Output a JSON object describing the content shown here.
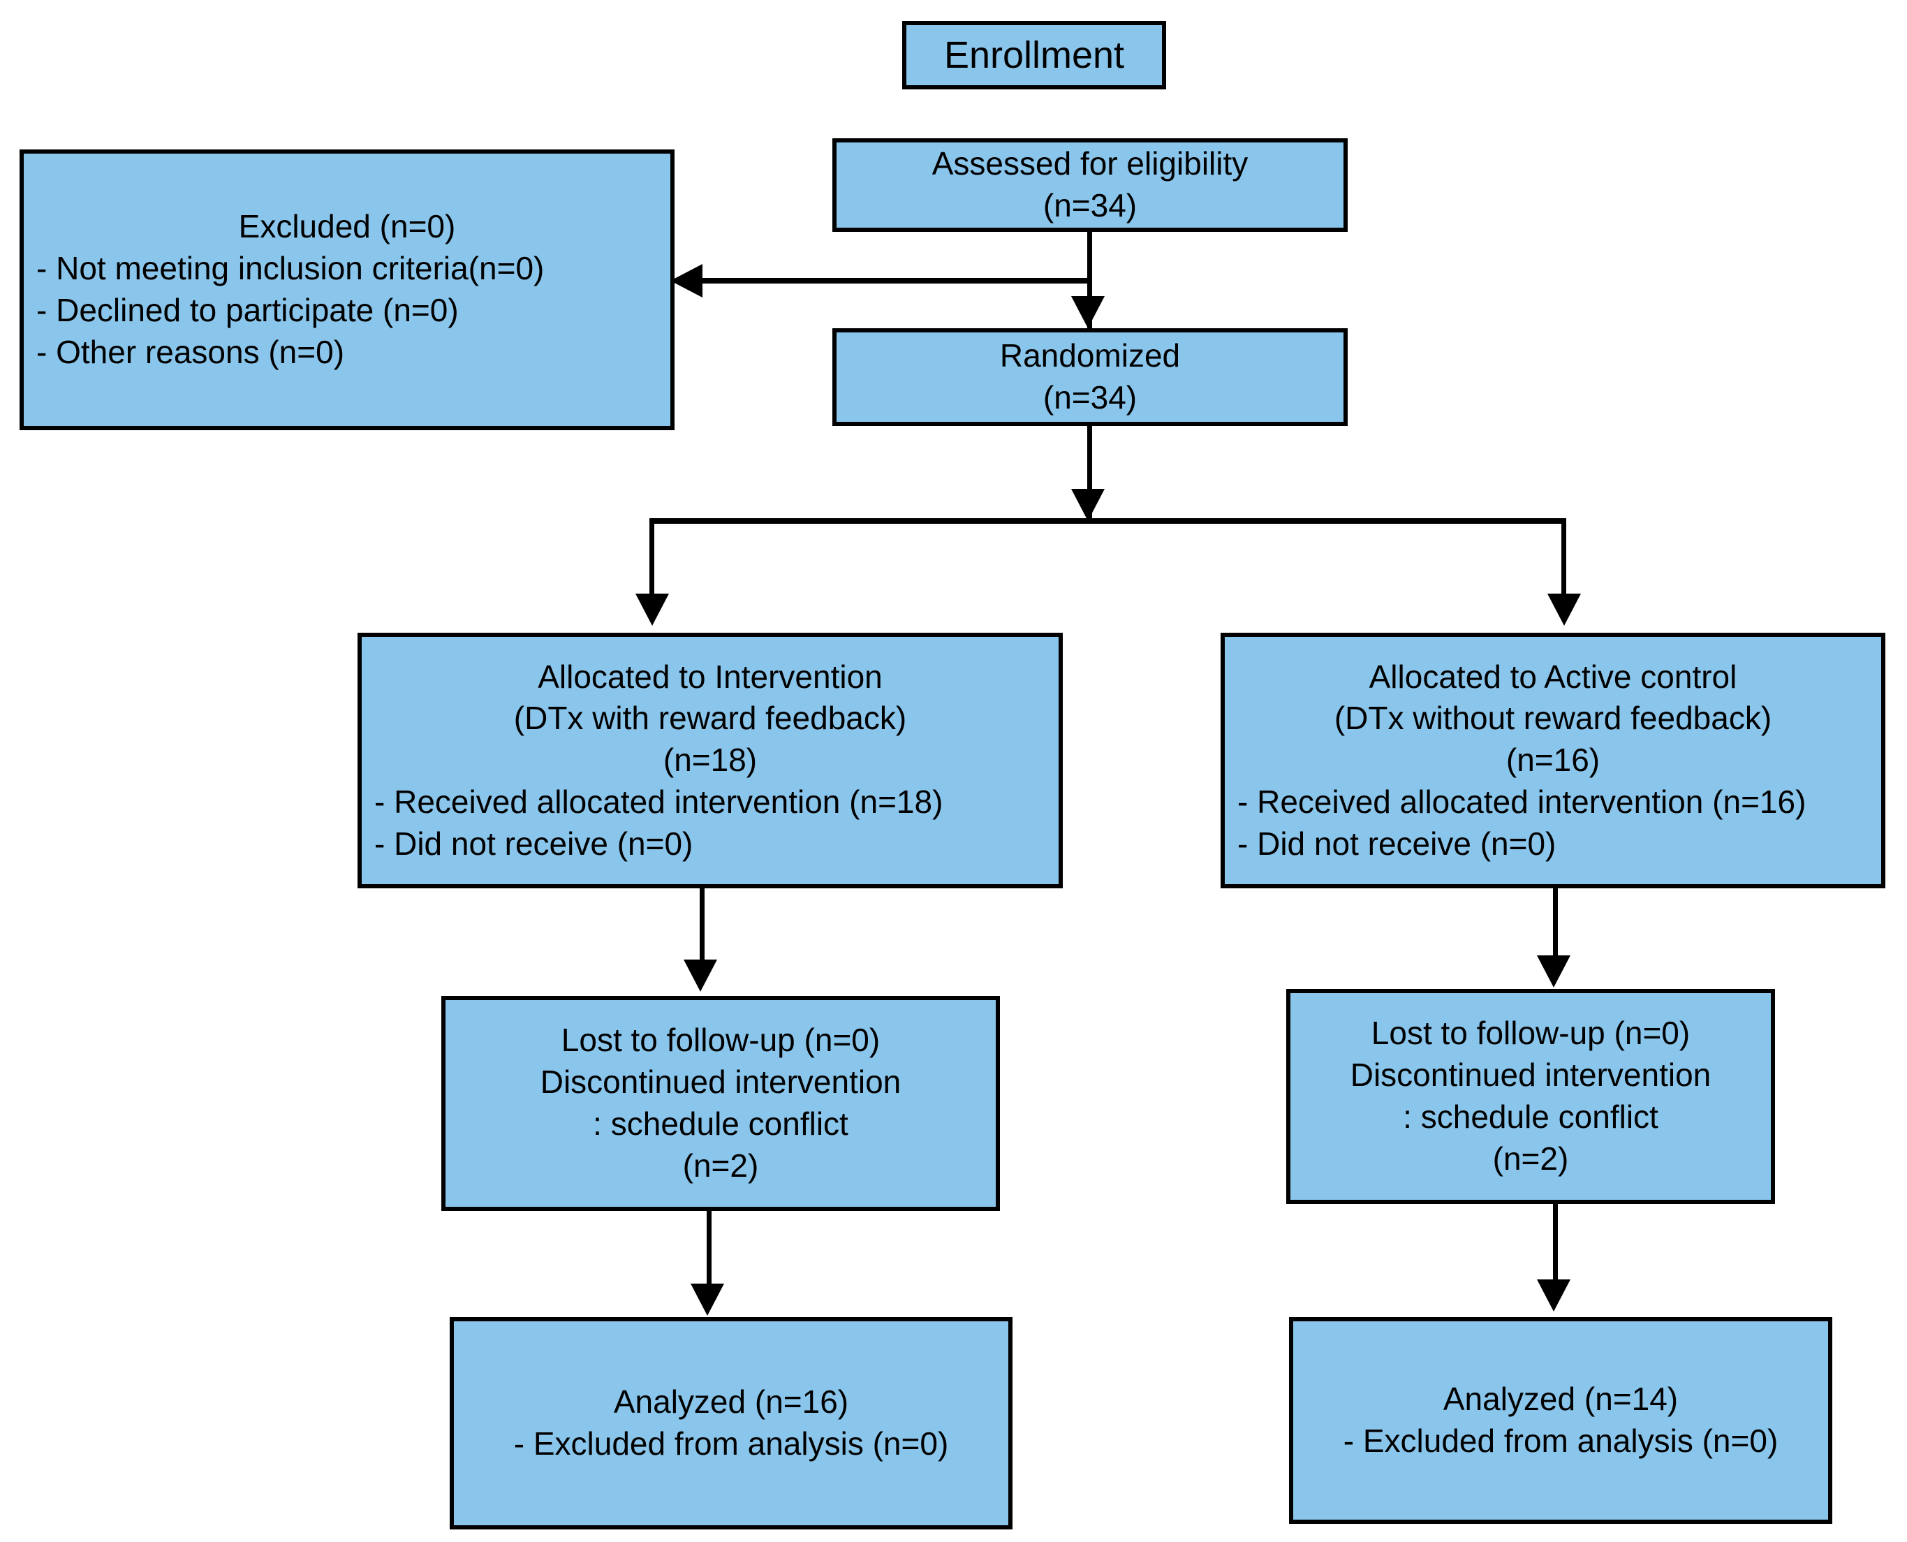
{
  "diagram": {
    "title": "CONSORT participant flow diagram",
    "colors": {
      "box_fill": "#8ac5eb",
      "box_border": "#000000",
      "connector": "#000000",
      "background": "#ffffff",
      "text": "#000000"
    }
  },
  "enrollment": {
    "header_label": "Enrollment"
  },
  "assessed": {
    "line1": "Assessed for eligibility",
    "line2": "(n=34)"
  },
  "excluded": {
    "line1": "Excluded (n=0)",
    "line2": "- Not meeting inclusion criteria(n=0)",
    "line3": "- Declined to participate (n=0)",
    "line4": "- Other reasons (n=0)"
  },
  "randomized": {
    "line1": "Randomized",
    "line2": "(n=34)"
  },
  "allocation": {
    "left": {
      "line1": "Allocated to Intervention",
      "line2": "(DTx with reward feedback)",
      "line3": "(n=18)",
      "line4": "- Received allocated intervention (n=18)",
      "line5": "- Did not receive (n=0)"
    },
    "right": {
      "line1": "Allocated to Active control",
      "line2": "(DTx without reward feedback)",
      "line3": "(n=16)",
      "line4": "- Received allocated intervention (n=16)",
      "line5": "- Did not receive (n=0)"
    }
  },
  "followup": {
    "left": {
      "line1": "Lost to follow-up (n=0)",
      "line2": "Discontinued intervention",
      "line3": ": schedule conflict",
      "line4": "(n=2)"
    },
    "right": {
      "line1": "Lost to follow-up (n=0)",
      "line2": "Discontinued intervention",
      "line3": ": schedule conflict",
      "line4": "(n=2)"
    }
  },
  "analysis": {
    "left": {
      "line1": "Analyzed (n=16)",
      "line2": "- Excluded from analysis (n=0)"
    },
    "right": {
      "line1": "Analyzed (n=14)",
      "line2": "- Excluded from analysis (n=0)"
    }
  },
  "chart_data": {
    "type": "table",
    "title": "CONSORT participant flow",
    "nodes": [
      {
        "id": "assessed",
        "label": "Assessed for eligibility",
        "n": 34
      },
      {
        "id": "excluded",
        "label": "Excluded",
        "n": 0,
        "reasons": [
          {
            "label": "Not meeting inclusion criteria",
            "n": 0
          },
          {
            "label": "Declined to participate",
            "n": 0
          },
          {
            "label": "Other reasons",
            "n": 0
          }
        ]
      },
      {
        "id": "randomized",
        "label": "Randomized",
        "n": 34
      },
      {
        "id": "alloc_left",
        "label": "Allocated to Intervention (DTx with reward feedback)",
        "n": 18,
        "received": 18,
        "did_not_receive": 0
      },
      {
        "id": "alloc_right",
        "label": "Allocated to Active control (DTx without reward feedback)",
        "n": 16,
        "received": 16,
        "did_not_receive": 0
      },
      {
        "id": "followup_left",
        "label": "Lost to follow-up / Discontinued intervention: schedule conflict",
        "lost": 0,
        "discontinued": 2
      },
      {
        "id": "followup_right",
        "label": "Lost to follow-up / Discontinued intervention: schedule conflict",
        "lost": 0,
        "discontinued": 2
      },
      {
        "id": "analyzed_left",
        "label": "Analyzed",
        "n": 16,
        "excluded_from_analysis": 0
      },
      {
        "id": "analyzed_right",
        "label": "Analyzed",
        "n": 14,
        "excluded_from_analysis": 0
      }
    ],
    "edges": [
      {
        "from": "assessed",
        "to": "excluded",
        "direction": "left"
      },
      {
        "from": "assessed",
        "to": "randomized",
        "direction": "down"
      },
      {
        "from": "randomized",
        "to": "alloc_left",
        "direction": "down-left"
      },
      {
        "from": "randomized",
        "to": "alloc_right",
        "direction": "down-right"
      },
      {
        "from": "alloc_left",
        "to": "followup_left",
        "direction": "down"
      },
      {
        "from": "alloc_right",
        "to": "followup_right",
        "direction": "down"
      },
      {
        "from": "followup_left",
        "to": "analyzed_left",
        "direction": "down"
      },
      {
        "from": "followup_right",
        "to": "analyzed_right",
        "direction": "down"
      }
    ]
  }
}
